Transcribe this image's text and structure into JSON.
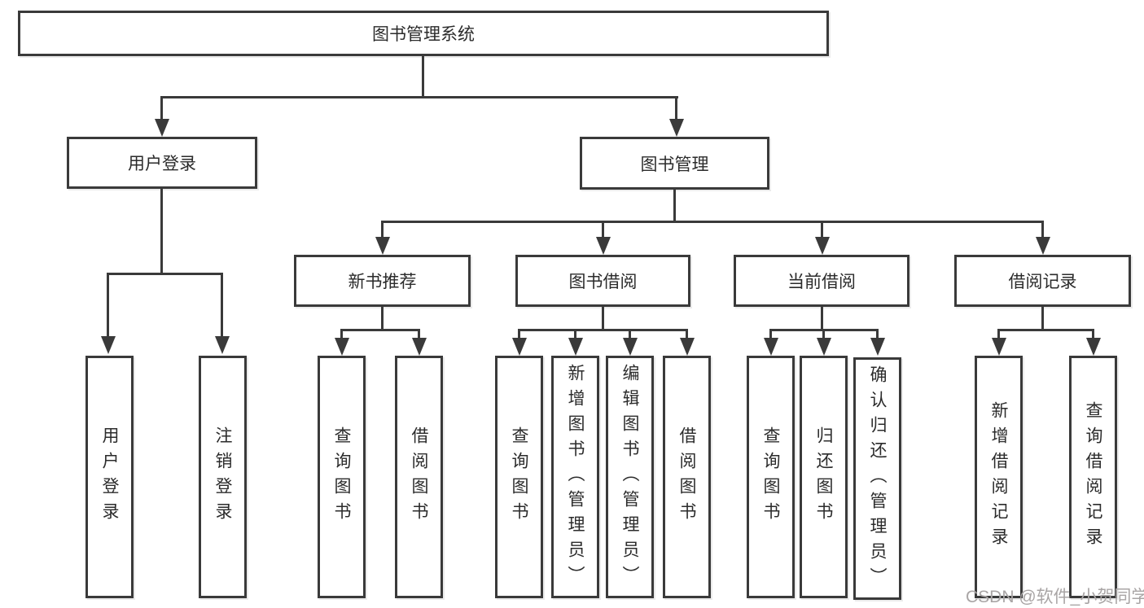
{
  "root": {
    "label": "图书管理系统"
  },
  "branches": [
    {
      "label": "用户登录",
      "children": [
        {
          "label": "用户登录"
        },
        {
          "label": "注销登录"
        }
      ]
    },
    {
      "label": "图书管理",
      "children": [
        {
          "label": "新书推荐",
          "children": [
            {
              "label": "查询图书"
            },
            {
              "label": "借阅图书"
            }
          ]
        },
        {
          "label": "图书借阅",
          "children": [
            {
              "label": "查询图书"
            },
            {
              "label": "新增图书（管理员）"
            },
            {
              "label": "编辑图书（管理员）"
            },
            {
              "label": "借阅图书"
            }
          ]
        },
        {
          "label": "当前借阅",
          "children": [
            {
              "label": "查询图书"
            },
            {
              "label": "归还图书"
            },
            {
              "label": "确认归还（管理员）"
            }
          ]
        },
        {
          "label": "借阅记录",
          "children": [
            {
              "label": "新增借阅记录"
            },
            {
              "label": "查询借阅记录"
            }
          ]
        }
      ]
    }
  ],
  "watermark": {
    "text": "CSDN @软件_小贺同学"
  },
  "colors": {
    "line": "#3a3a3a",
    "text": "#2b2b2b",
    "watermark": "#a9a5a5",
    "background": "#ffffff"
  }
}
